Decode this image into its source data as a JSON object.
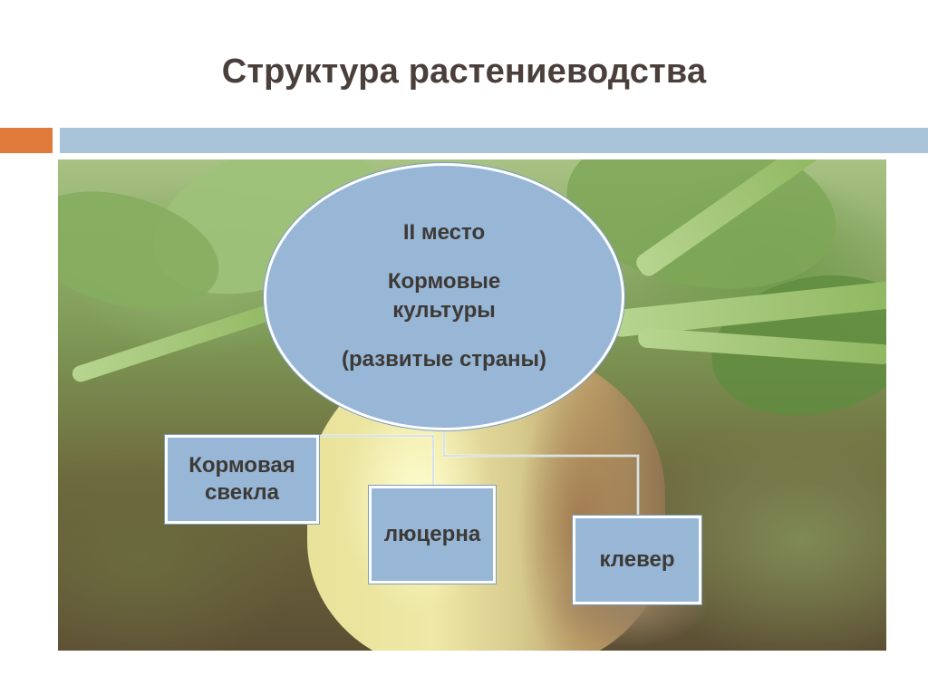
{
  "slide": {
    "title": "Структура растениеводства",
    "accent_colors": {
      "orange": "#e07b3c",
      "blue": "#a9c3d9",
      "shape_fill": "#98b6d6"
    }
  },
  "diagram": {
    "root": {
      "rank": "II место",
      "name_line1": "Кормовые",
      "name_line2": "культуры",
      "note": "(развитые страны)"
    },
    "children": [
      {
        "line1": "Кормовая",
        "line2": "свекла"
      },
      {
        "line1": "люцерна"
      },
      {
        "line1": "клевер"
      }
    ]
  }
}
